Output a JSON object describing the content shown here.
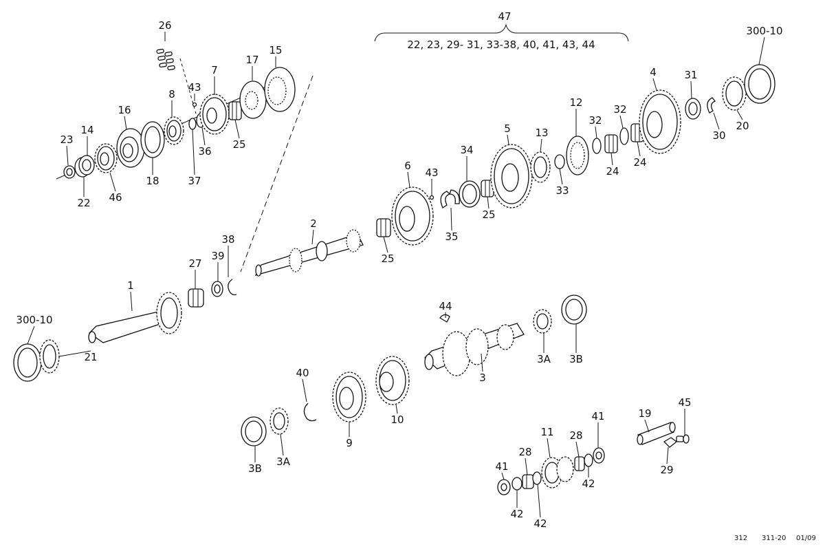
{
  "assembly": {
    "number": "47",
    "contents": "22, 23, 29- 31, 33-38, 40, 41, 43, 44"
  },
  "reference": {
    "page": "312",
    "group": "311-20",
    "date": "01/09"
  },
  "callouts": [
    {
      "id": "c26a",
      "text": "26"
    },
    {
      "id": "c43a",
      "text": "43"
    },
    {
      "id": "c7",
      "text": "7"
    },
    {
      "id": "c17",
      "text": "17"
    },
    {
      "id": "c15",
      "text": "15"
    },
    {
      "id": "c8",
      "text": "8"
    },
    {
      "id": "c16",
      "text": "16"
    },
    {
      "id": "c14",
      "text": "14"
    },
    {
      "id": "c23",
      "text": "23"
    },
    {
      "id": "c22",
      "text": "22"
    },
    {
      "id": "c46",
      "text": "46"
    },
    {
      "id": "c18",
      "text": "18"
    },
    {
      "id": "c37",
      "text": "37"
    },
    {
      "id": "c36",
      "text": "36"
    },
    {
      "id": "c25a",
      "text": "25"
    },
    {
      "id": "c30010a",
      "text": "300-10"
    },
    {
      "id": "c4",
      "text": "4"
    },
    {
      "id": "c31",
      "text": "31"
    },
    {
      "id": "c12",
      "text": "12"
    },
    {
      "id": "c32a",
      "text": "32"
    },
    {
      "id": "c32b",
      "text": "32"
    },
    {
      "id": "c5",
      "text": "5"
    },
    {
      "id": "c13",
      "text": "13"
    },
    {
      "id": "c30",
      "text": "30"
    },
    {
      "id": "c20",
      "text": "20"
    },
    {
      "id": "c24a",
      "text": "24"
    },
    {
      "id": "c24b",
      "text": "24"
    },
    {
      "id": "c33",
      "text": "33"
    },
    {
      "id": "c34",
      "text": "34"
    },
    {
      "id": "c6",
      "text": "6"
    },
    {
      "id": "c43b",
      "text": "43"
    },
    {
      "id": "c25b",
      "text": "25"
    },
    {
      "id": "c35",
      "text": "35"
    },
    {
      "id": "c25c",
      "text": "25"
    },
    {
      "id": "c2",
      "text": "2"
    },
    {
      "id": "c38",
      "text": "38"
    },
    {
      "id": "c39",
      "text": "39"
    },
    {
      "id": "c27",
      "text": "27"
    },
    {
      "id": "c1",
      "text": "1"
    },
    {
      "id": "c30010b",
      "text": "300-10"
    },
    {
      "id": "c21",
      "text": "21"
    },
    {
      "id": "c44",
      "text": "44"
    },
    {
      "id": "c3A1",
      "text": "3A"
    },
    {
      "id": "c3B1",
      "text": "3B"
    },
    {
      "id": "c3",
      "text": "3"
    },
    {
      "id": "c40",
      "text": "40"
    },
    {
      "id": "c10",
      "text": "10"
    },
    {
      "id": "c9",
      "text": "9"
    },
    {
      "id": "c3B2",
      "text": "3B"
    },
    {
      "id": "c3A2",
      "text": "3A"
    },
    {
      "id": "c19",
      "text": "19"
    },
    {
      "id": "c45",
      "text": "45"
    },
    {
      "id": "c29",
      "text": "29"
    },
    {
      "id": "c41a",
      "text": "41"
    },
    {
      "id": "c11",
      "text": "11"
    },
    {
      "id": "c28a",
      "text": "28"
    },
    {
      "id": "c28b",
      "text": "28"
    },
    {
      "id": "c41b",
      "text": "41"
    },
    {
      "id": "c42a",
      "text": "42"
    },
    {
      "id": "c42b",
      "text": "42"
    },
    {
      "id": "c42c",
      "text": "42"
    }
  ]
}
